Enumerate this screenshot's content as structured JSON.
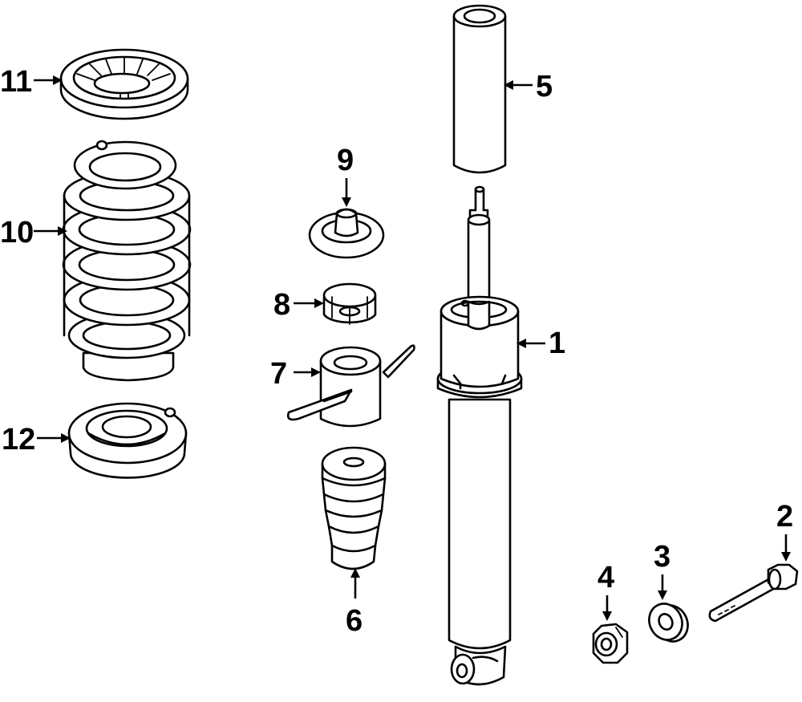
{
  "parts": [
    {
      "id": "shock-absorber",
      "callout": "1"
    },
    {
      "id": "bolt",
      "callout": "2"
    },
    {
      "id": "washer",
      "callout": "3"
    },
    {
      "id": "nut",
      "callout": "4"
    },
    {
      "id": "dust-cover",
      "callout": "5"
    },
    {
      "id": "bump-stop",
      "callout": "6"
    },
    {
      "id": "bracket",
      "callout": "7"
    },
    {
      "id": "upper-bushing",
      "callout": "8"
    },
    {
      "id": "upper-mount-cap",
      "callout": "9"
    },
    {
      "id": "coil-spring",
      "callout": "10"
    },
    {
      "id": "upper-spring-seat",
      "callout": "11"
    },
    {
      "id": "lower-spring-seat",
      "callout": "12"
    }
  ]
}
